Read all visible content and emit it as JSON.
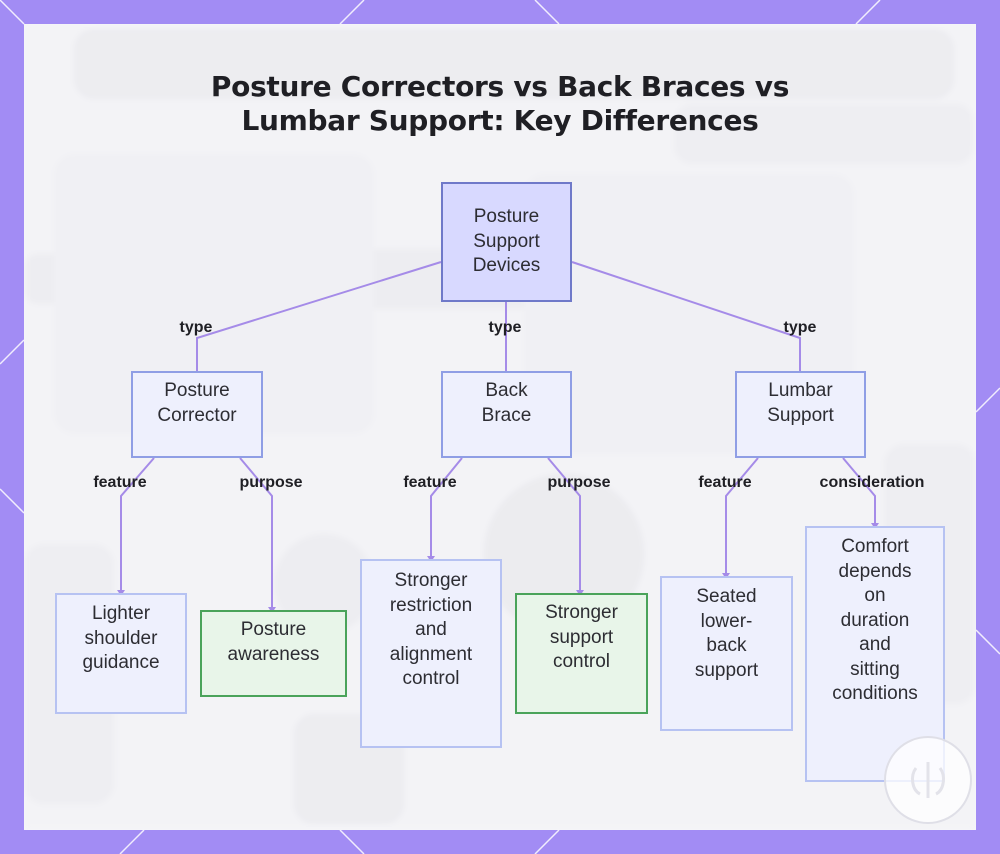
{
  "title": {
    "line1": "Posture Correctors vs Back Braces vs",
    "line2": "Lumbar Support: Key Differences"
  },
  "nodes": {
    "root": {
      "lines": [
        "Posture",
        "Support",
        "Devices"
      ]
    },
    "corrector": {
      "lines": [
        "Posture",
        "Corrector"
      ]
    },
    "brace": {
      "lines": [
        "Back",
        "Brace"
      ]
    },
    "lumbar": {
      "lines": [
        "Lumbar",
        "Support"
      ]
    },
    "corrector_feature": {
      "lines": [
        "Lighter",
        "shoulder",
        "guidance"
      ]
    },
    "corrector_purpose": {
      "lines": [
        "Posture",
        "awareness"
      ]
    },
    "brace_feature": {
      "lines": [
        "Stronger",
        "restriction",
        "and",
        "alignment",
        "control"
      ]
    },
    "brace_purpose": {
      "lines": [
        "Stronger",
        "support",
        "control"
      ]
    },
    "lumbar_feature": {
      "lines": [
        "Seated",
        "lower-",
        "back",
        "support"
      ]
    },
    "lumbar_consideration": {
      "lines": [
        "Comfort",
        "depends",
        "on",
        "duration",
        "and",
        "sitting",
        "conditions"
      ]
    }
  },
  "edge_labels": {
    "type_left": "type",
    "type_mid": "type",
    "type_right": "type",
    "corrector_feature": "feature",
    "corrector_purpose": "purpose",
    "brace_feature": "feature",
    "brace_purpose": "purpose",
    "lumbar_feature": "feature",
    "lumbar_consideration": "consideration"
  },
  "colors": {
    "frame": "#a28cf4",
    "edge": "#a58be8",
    "root_fill": "#d8d9ff",
    "root_border": "#6f79c9",
    "node_fill": "#eef0fd",
    "purpose_fill": "#e8f5e9",
    "purpose_border": "#4aa35a"
  }
}
